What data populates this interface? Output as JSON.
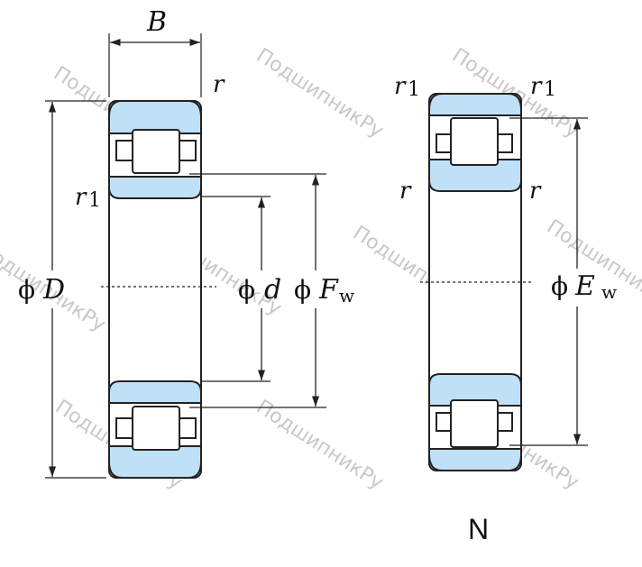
{
  "watermark": "ПодшипникРу",
  "left_diagram": {
    "width_label": "B",
    "radius_label": "r",
    "radius1_label": "r",
    "radius1_suffix": "1",
    "outer_diameter": {
      "phi": "ϕ",
      "symbol": "D"
    },
    "bore_diameter": {
      "phi": "ϕ",
      "symbol": "d"
    },
    "roller_diameter": {
      "phi": "ϕ",
      "symbol": "F",
      "subscript": "w"
    }
  },
  "right_diagram": {
    "radius1_left": "r",
    "radius1_right": "r",
    "radius1_suffix": "1",
    "radius_left": "r",
    "radius_right": "r",
    "roller_diameter": {
      "phi": "ϕ",
      "symbol": "E",
      "subscript": "w"
    },
    "caption": "N"
  },
  "colors": {
    "ring_fill": "#bfe0f7",
    "line": "#222222",
    "watermark": "#c8c8c8"
  }
}
